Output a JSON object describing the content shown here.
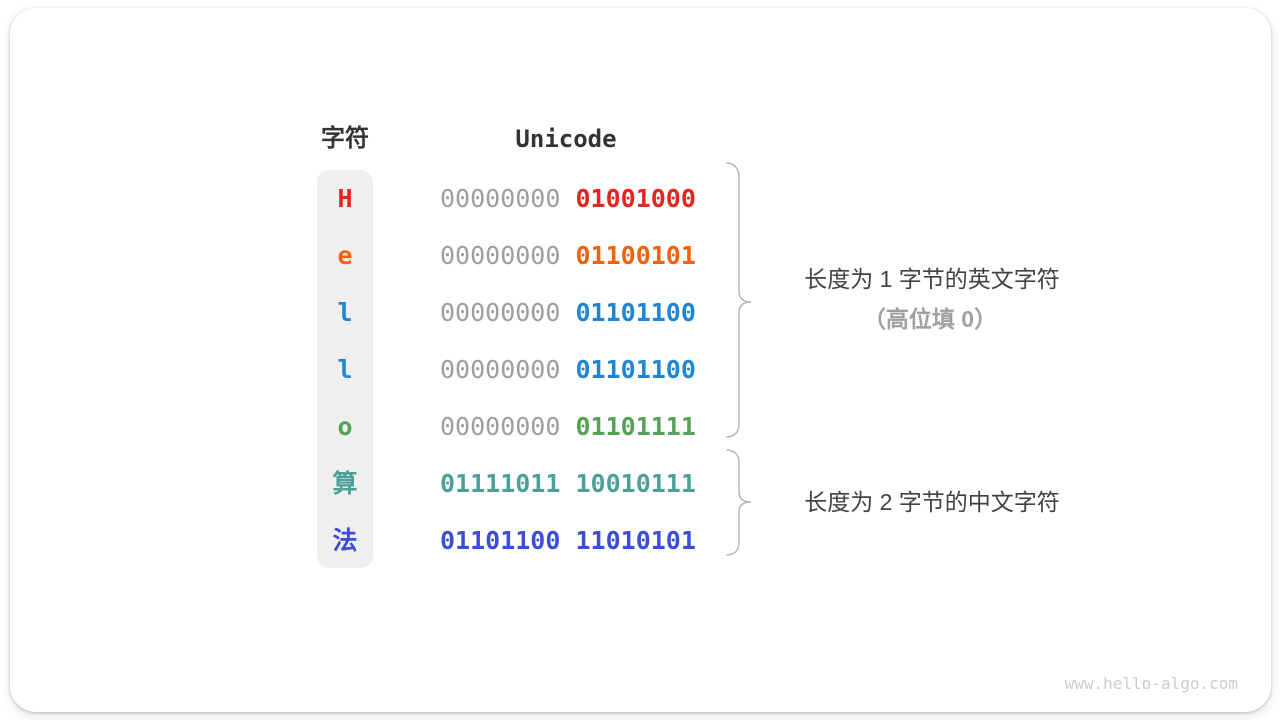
{
  "header": {
    "char_col": "字符",
    "unicode_col": "Unicode"
  },
  "table": {
    "rows": [
      {
        "char": "H",
        "high_byte": "00000000",
        "low_byte": "01001000",
        "color": "#E2271F",
        "high_byte_color": "#9E9E9E"
      },
      {
        "char": "e",
        "high_byte": "00000000",
        "low_byte": "01100101",
        "color": "#F2620D",
        "high_byte_color": "#9E9E9E"
      },
      {
        "char": "l",
        "high_byte": "00000000",
        "low_byte": "01101100",
        "color": "#1E86D2",
        "high_byte_color": "#9E9E9E"
      },
      {
        "char": "l",
        "high_byte": "00000000",
        "low_byte": "01101100",
        "color": "#1E86D2",
        "high_byte_color": "#9E9E9E"
      },
      {
        "char": "o",
        "high_byte": "00000000",
        "low_byte": "01101111",
        "color": "#55A257",
        "high_byte_color": "#9E9E9E"
      },
      {
        "char": "算",
        "high_byte": "01111011",
        "low_byte": "10010111",
        "color": "#4DA098",
        "high_byte_color": "#4DA098"
      },
      {
        "char": "法",
        "high_byte": "01101100",
        "low_byte": "11010101",
        "color": "#3E4DD8",
        "high_byte_color": "#3E4DD8"
      }
    ]
  },
  "annotations": {
    "group1_line1": "长度为 1 字节的英文字符",
    "group1_line2": "（高位填 0）",
    "group2_line1": "长度为 2 字节的中文字符"
  },
  "watermark": "www.hello-algo.com",
  "colors": {
    "high_byte_gray": "#9E9E9E",
    "brace": "#B3B3B3",
    "label_dark": "#424242",
    "label_light": "#A0A0A0",
    "char_column_bg": "#EFEFEF",
    "card_background": "#FFFFFF"
  }
}
